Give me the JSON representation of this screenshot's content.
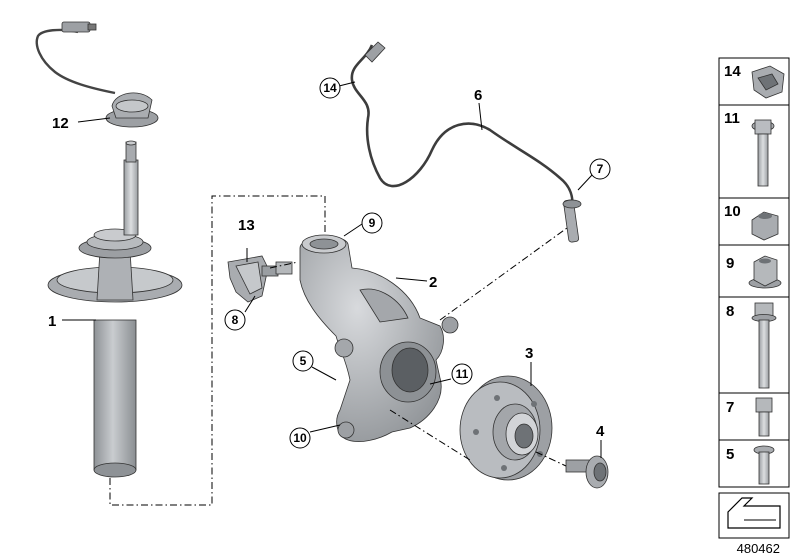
{
  "diagram": {
    "callouts": {
      "p1": "1",
      "p2": "2",
      "p3": "3",
      "p4": "4",
      "p5": "5",
      "p6": "6",
      "p7": "7",
      "p8": "8",
      "p9": "9",
      "p10": "10",
      "p11": "11",
      "p12": "12",
      "p13": "13",
      "p14": "14"
    },
    "sidebar": [
      {
        "label": "14"
      },
      {
        "label": "11"
      },
      {
        "label": "10"
      },
      {
        "label": "9"
      },
      {
        "label": "8"
      },
      {
        "label": "7"
      },
      {
        "label": "5"
      }
    ],
    "reference_number": "480462",
    "colors": {
      "part_fill": "#b9bcc0",
      "part_shade": "#8e9296",
      "line": "#000000"
    }
  }
}
